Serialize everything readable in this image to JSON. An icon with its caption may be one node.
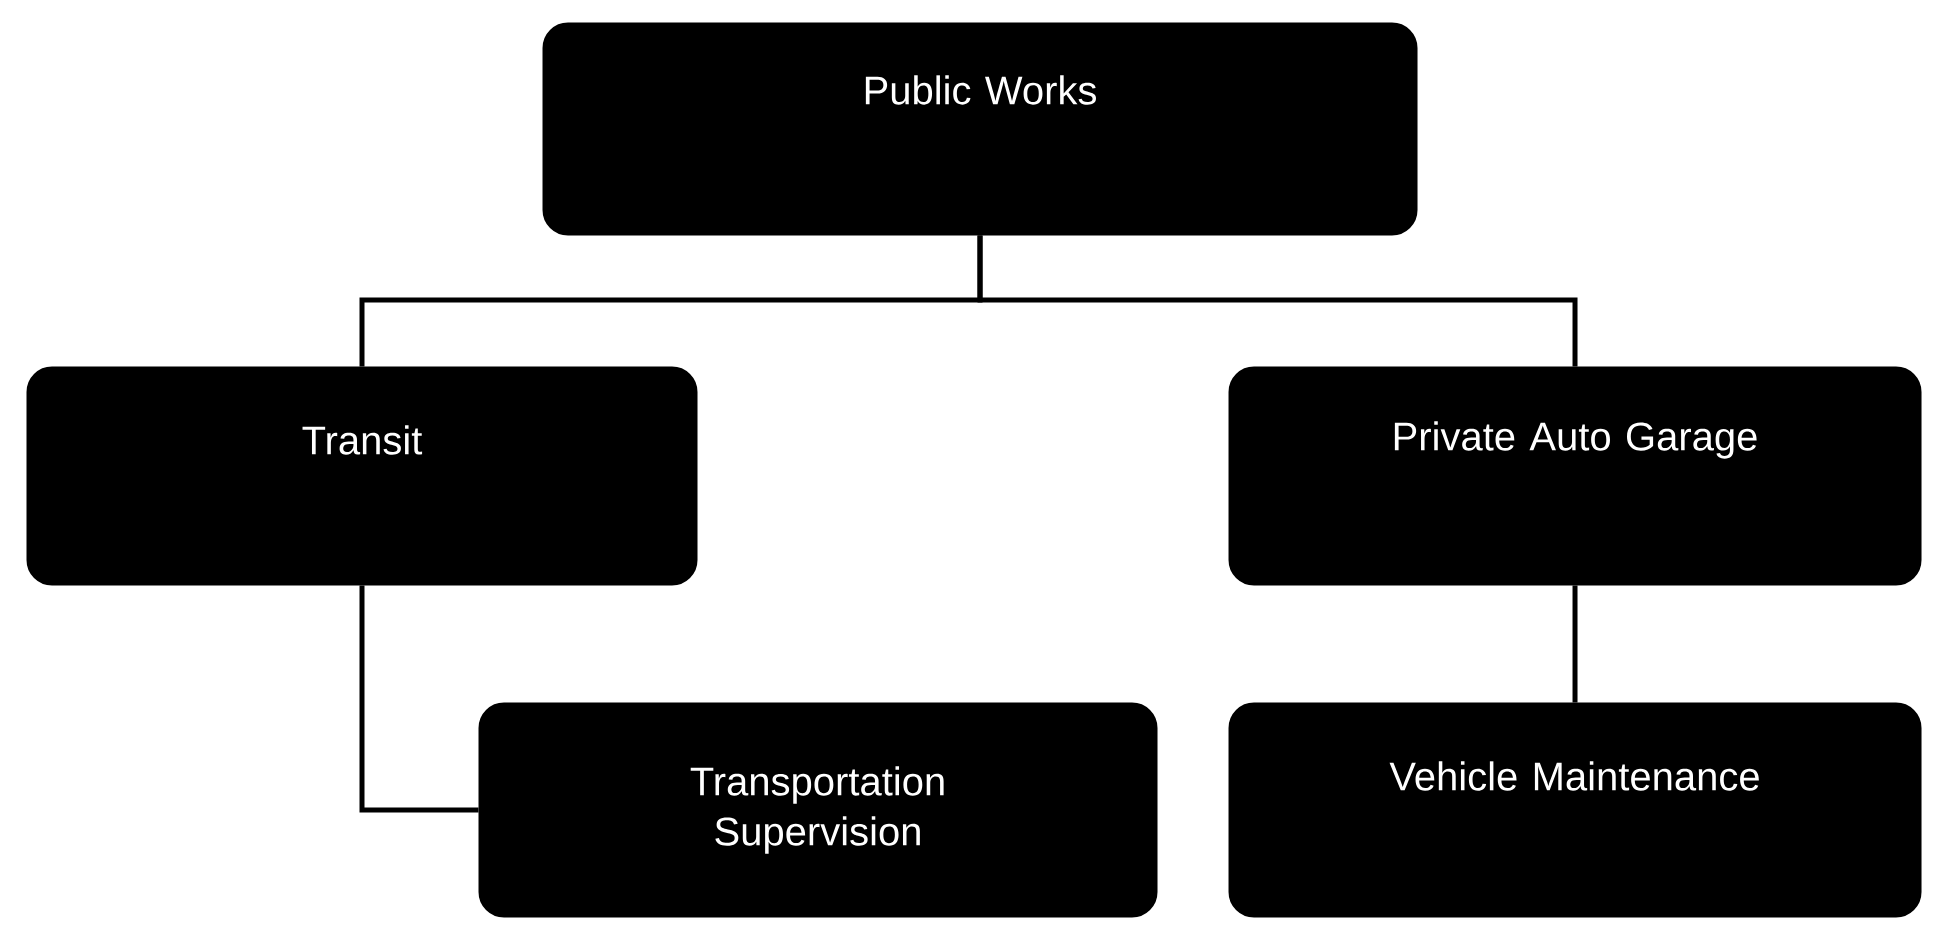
{
  "diagram": {
    "nodes": [
      {
        "text": [
          "Public Works"
        ]
      },
      {
        "text": [
          "Transit"
        ]
      },
      {
        "text": [
          "Private Auto Garage"
        ]
      },
      {
        "text": [
          "Transportation Supervision"
        ]
      },
      {
        "text": [
          "Vehicle Maintenance"
        ]
      }
    ],
    "edges": [
      {
        "from": 0,
        "to": 1,
        "arrow": "none"
      },
      {
        "from": 0,
        "to": 2,
        "arrow": "none"
      },
      {
        "from": 1,
        "to": 3,
        "arrow": "none"
      },
      {
        "from": 2,
        "to": 4,
        "arrow": "none"
      }
    ]
  }
}
